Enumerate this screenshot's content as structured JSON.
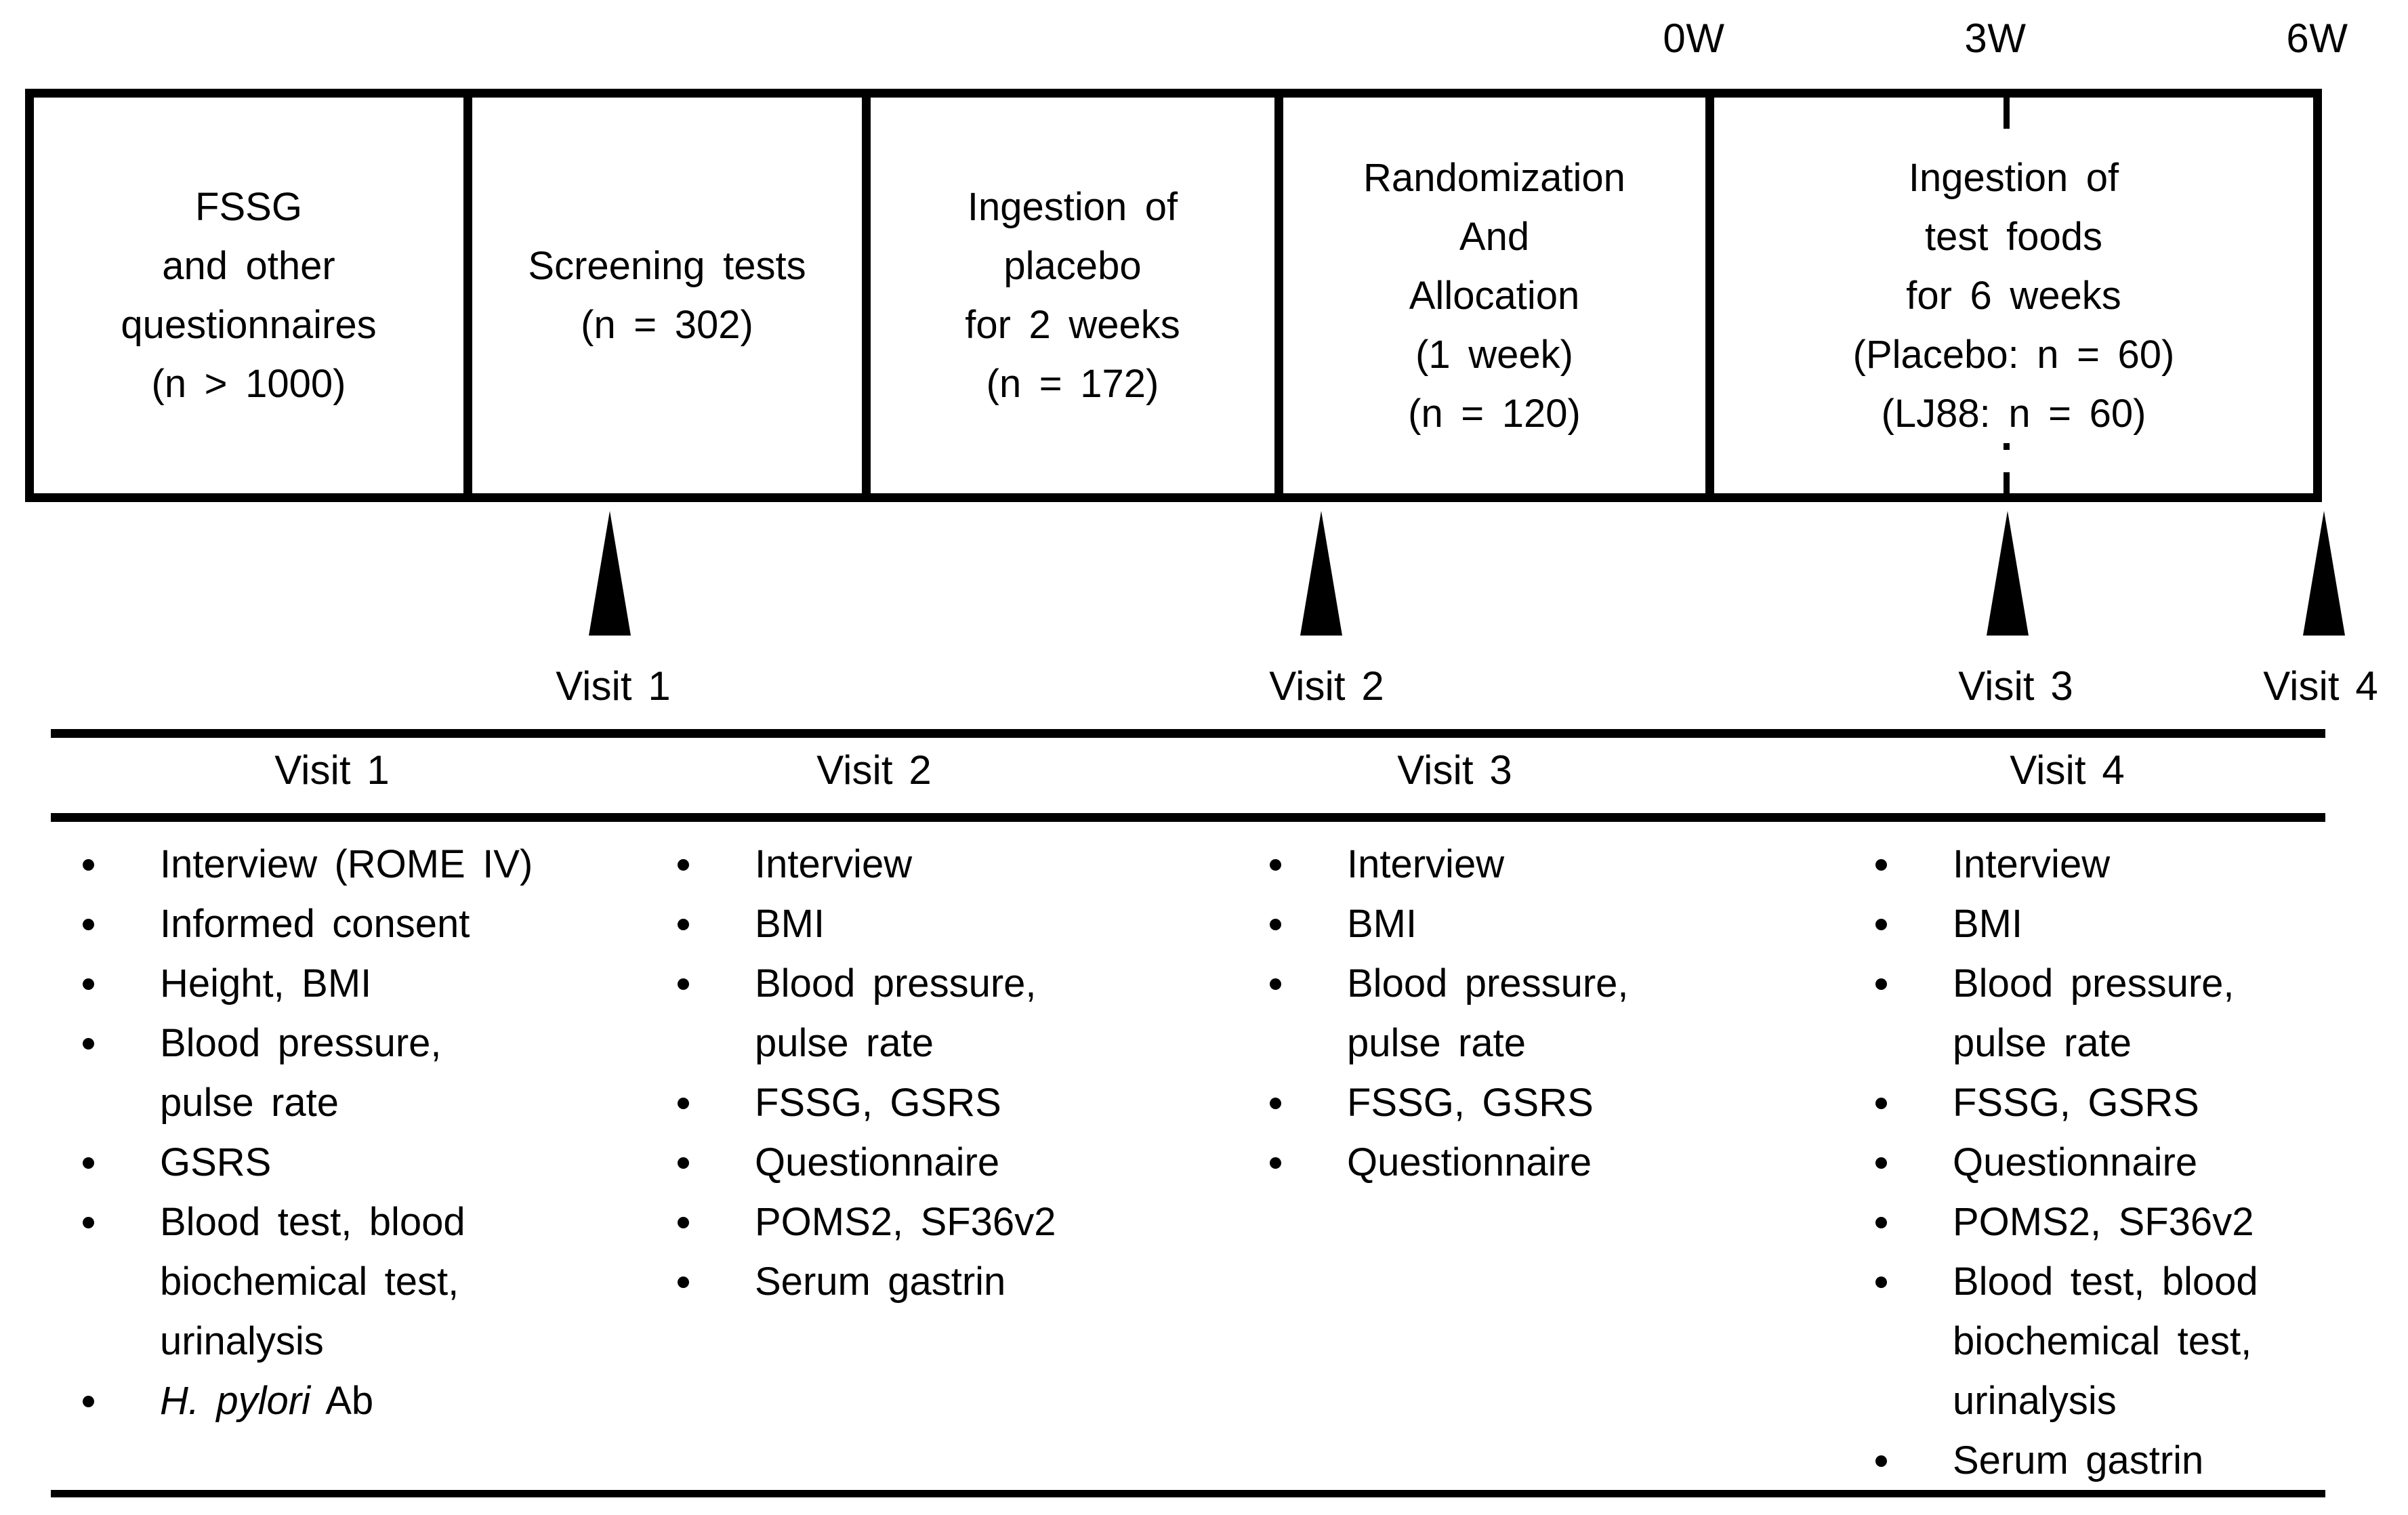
{
  "colors": {
    "ink": "#000000",
    "background": "#ffffff"
  },
  "timeline": {
    "week_labels": [
      "0W",
      "3W",
      "6W"
    ],
    "phases": [
      {
        "text": "FSSG\nand other\nquestionnaires\n(n > 1000)"
      },
      {
        "text": "Screening tests\n(n = 302)"
      },
      {
        "text": "Ingestion of\nplacebo\nfor 2 weeks\n(n = 172)"
      },
      {
        "text": "Randomization\nAnd\nAllocation\n(1 week)\n(n = 120)"
      },
      {
        "text": "Ingestion of\ntest foods\nfor 6 weeks\n(Placebo: n = 60)\n(LJ88: n = 60)"
      }
    ],
    "visit_markers": [
      "Visit 1",
      "Visit 2",
      "Visit 3",
      "Visit 4"
    ]
  },
  "schedule_table": {
    "columns": [
      {
        "header": "Visit 1",
        "items": [
          "Interview (ROME IV)",
          "Informed consent",
          "Height, BMI",
          "Blood pressure,\npulse rate",
          "GSRS",
          "Blood test, blood\nbiochemical test,\nurinalysis",
          {
            "italic": "H. pylori",
            "rest": " Ab"
          }
        ]
      },
      {
        "header": "Visit 2",
        "items": [
          "Interview",
          "BMI",
          "Blood pressure,\npulse rate",
          "FSSG, GSRS",
          "Questionnaire",
          "POMS2, SF36v2",
          "Serum gastrin"
        ]
      },
      {
        "header": "Visit 3",
        "items": [
          "Interview",
          "BMI",
          "Blood pressure,\npulse rate",
          "FSSG, GSRS",
          "Questionnaire"
        ]
      },
      {
        "header": "Visit 4",
        "items": [
          "Interview",
          "BMI",
          "Blood pressure,\npulse rate",
          "FSSG, GSRS",
          "Questionnaire",
          "POMS2, SF36v2",
          "Blood test, blood\nbiochemical test,\nurinalysis",
          "Serum gastrin"
        ]
      }
    ]
  }
}
